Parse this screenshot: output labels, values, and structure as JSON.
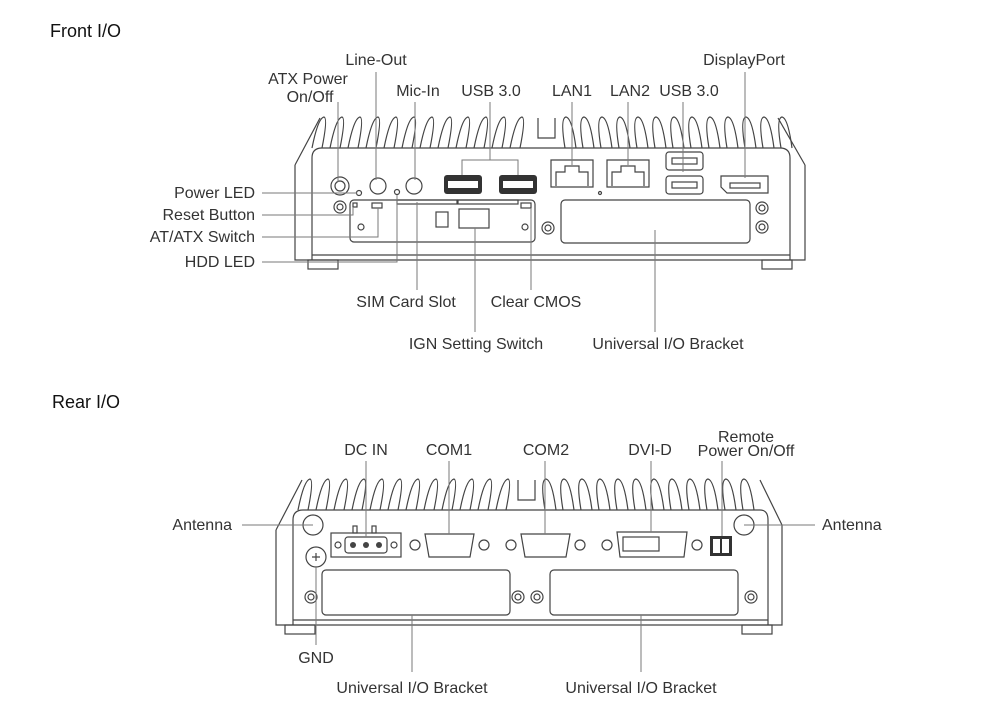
{
  "front": {
    "title": "Front I/O",
    "labels": {
      "line_out": "Line-Out",
      "atx_power_1": "ATX Power",
      "atx_power_2": "On/Off",
      "mic_in": "Mic-In",
      "usb30_a": "USB 3.0",
      "lan1": "LAN1",
      "lan2": "LAN2",
      "usb30_b": "USB 3.0",
      "displayport": "DisplayPort",
      "power_led": "Power LED",
      "reset_button": "Reset Button",
      "at_atx_switch": "AT/ATX Switch",
      "hdd_led": "HDD LED",
      "sim_card_slot": "SIM Card Slot",
      "clear_cmos": "Clear CMOS",
      "ign_setting_switch": "IGN Setting Switch",
      "universal_io_bracket": "Universal I/O Bracket"
    }
  },
  "rear": {
    "title": "Rear I/O",
    "labels": {
      "dc_in": "DC IN",
      "com1": "COM1",
      "com2": "COM2",
      "dvi_d": "DVI-D",
      "remote_1": "Remote",
      "remote_2": "Power On/Off",
      "antenna_left": "Antenna",
      "antenna_right": "Antenna",
      "gnd": "GND",
      "universal_io_bracket_1": "Universal I/O Bracket",
      "universal_io_bracket_2": "Universal I/O Bracket"
    }
  }
}
